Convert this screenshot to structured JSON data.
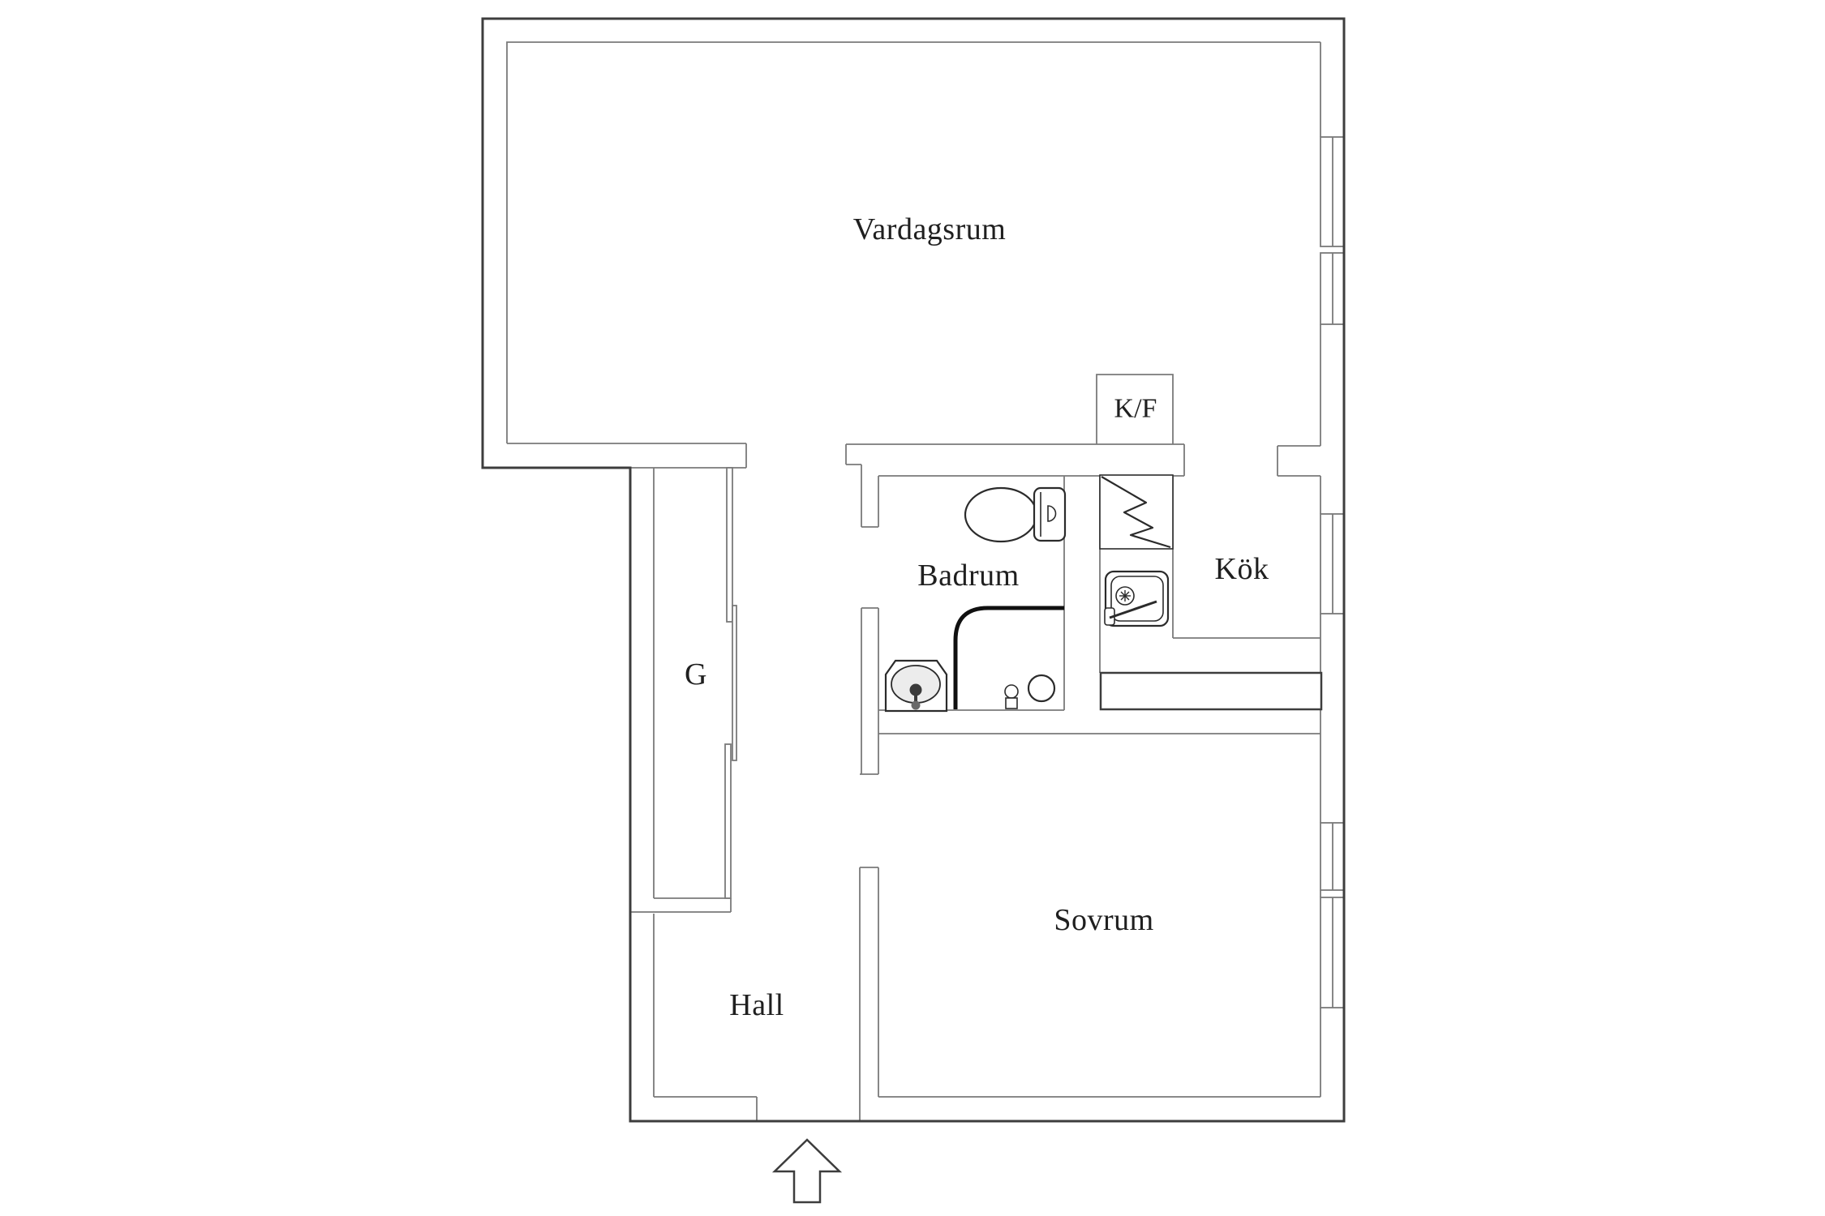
{
  "title": "Apartment floor plan",
  "rooms": [
    {
      "id": "vardagsrum",
      "label": "Vardagsrum"
    },
    {
      "id": "kok",
      "label": "Kök"
    },
    {
      "id": "badrum",
      "label": "Badrum"
    },
    {
      "id": "sovrum",
      "label": "Sovrum"
    },
    {
      "id": "hall",
      "label": "Hall"
    },
    {
      "id": "garderob",
      "label": "G"
    },
    {
      "id": "kyl-frys",
      "label": "K/F"
    }
  ],
  "fixtures": [
    "toilet",
    "washbasin",
    "shower-corner",
    "shower-drain",
    "shower-mixer",
    "kitchen-sink",
    "stove-lightning-symbol",
    "fridge-freezer-box",
    "kitchen-bench",
    "sliding-door-wardrobe",
    "entrance-arrow"
  ],
  "window_count": 5,
  "colors": {
    "background": "#ffffff",
    "wall_outer": "#3d3d3d",
    "wall_inner": "#7a7a7a",
    "fixture_line": "#2b2b2b",
    "shower_line": "#101010",
    "text": "#1f1f1f"
  }
}
